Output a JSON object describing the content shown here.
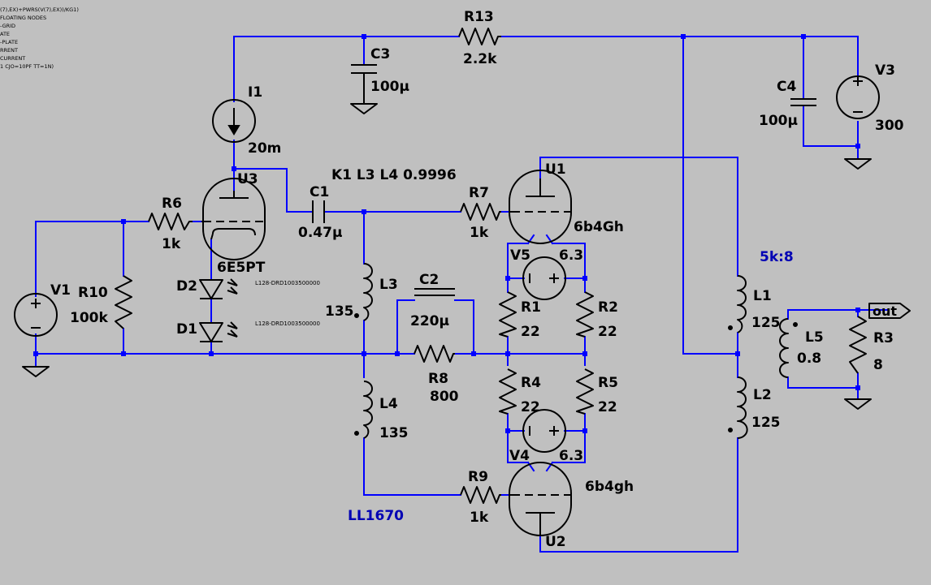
{
  "directives": [
    "(7),EX)+PWRS(V(7),EX))/KG1)",
    "FLOATING NODES",
    "-GRID",
    "ATE",
    "-PLATE",
    "RRENT",
    "CURRENT",
    "1 CJO=10PF TT=1N)"
  ],
  "components": {
    "R13": {
      "name": "R13",
      "value": "2.2k"
    },
    "C3": {
      "name": "C3",
      "value": "100µ"
    },
    "C4": {
      "name": "C4",
      "value": "100µ"
    },
    "V3": {
      "name": "V3",
      "value": "300"
    },
    "I1": {
      "name": "I1",
      "value": "20m"
    },
    "U3": {
      "name": "U3",
      "value": "6E5PT"
    },
    "R6": {
      "name": "R6",
      "value": "1k"
    },
    "C1": {
      "name": "C1",
      "value": "0.47µ"
    },
    "R7": {
      "name": "R7",
      "value": "1k"
    },
    "U1": {
      "name": "U1",
      "value": "6b4Gh"
    },
    "V5": {
      "name": "V5",
      "value": "6.3"
    },
    "R1": {
      "name": "R1",
      "value": "22"
    },
    "R2": {
      "name": "R2",
      "value": "22"
    },
    "R4": {
      "name": "R4",
      "value": "22"
    },
    "R5": {
      "name": "R5",
      "value": "22"
    },
    "V4": {
      "name": "V4",
      "value": "6.3"
    },
    "U2": {
      "name": "U2",
      "value": "6b4gh"
    },
    "R9": {
      "name": "R9",
      "value": "1k"
    },
    "L3": {
      "name": "L3",
      "value": "135"
    },
    "L4": {
      "name": "L4",
      "value": "135"
    },
    "C2": {
      "name": "C2",
      "value": "220µ"
    },
    "R8": {
      "name": "R8",
      "value": "800"
    },
    "V1": {
      "name": "V1"
    },
    "R10": {
      "name": "R10",
      "value": "100k"
    },
    "D2": {
      "name": "D2",
      "model": "L128-DRD1003500000"
    },
    "D1": {
      "name": "D1",
      "model": "L128-DRD1003500000"
    },
    "L1": {
      "name": "L1",
      "value": "125"
    },
    "L2": {
      "name": "L2",
      "value": "125"
    },
    "L5": {
      "name": "L5",
      "value": "0.8"
    },
    "R3": {
      "name": "R3",
      "value": "8"
    }
  },
  "coupling": "K1 L3 L4 0.9996",
  "notes": {
    "ratio": "5k:8",
    "transformer": "LL1670"
  },
  "port": {
    "label": "out"
  },
  "colors": {
    "background": "#c0c0c0",
    "wire": "#0000ff",
    "component": "#000000",
    "annotation": "#0000b4"
  }
}
